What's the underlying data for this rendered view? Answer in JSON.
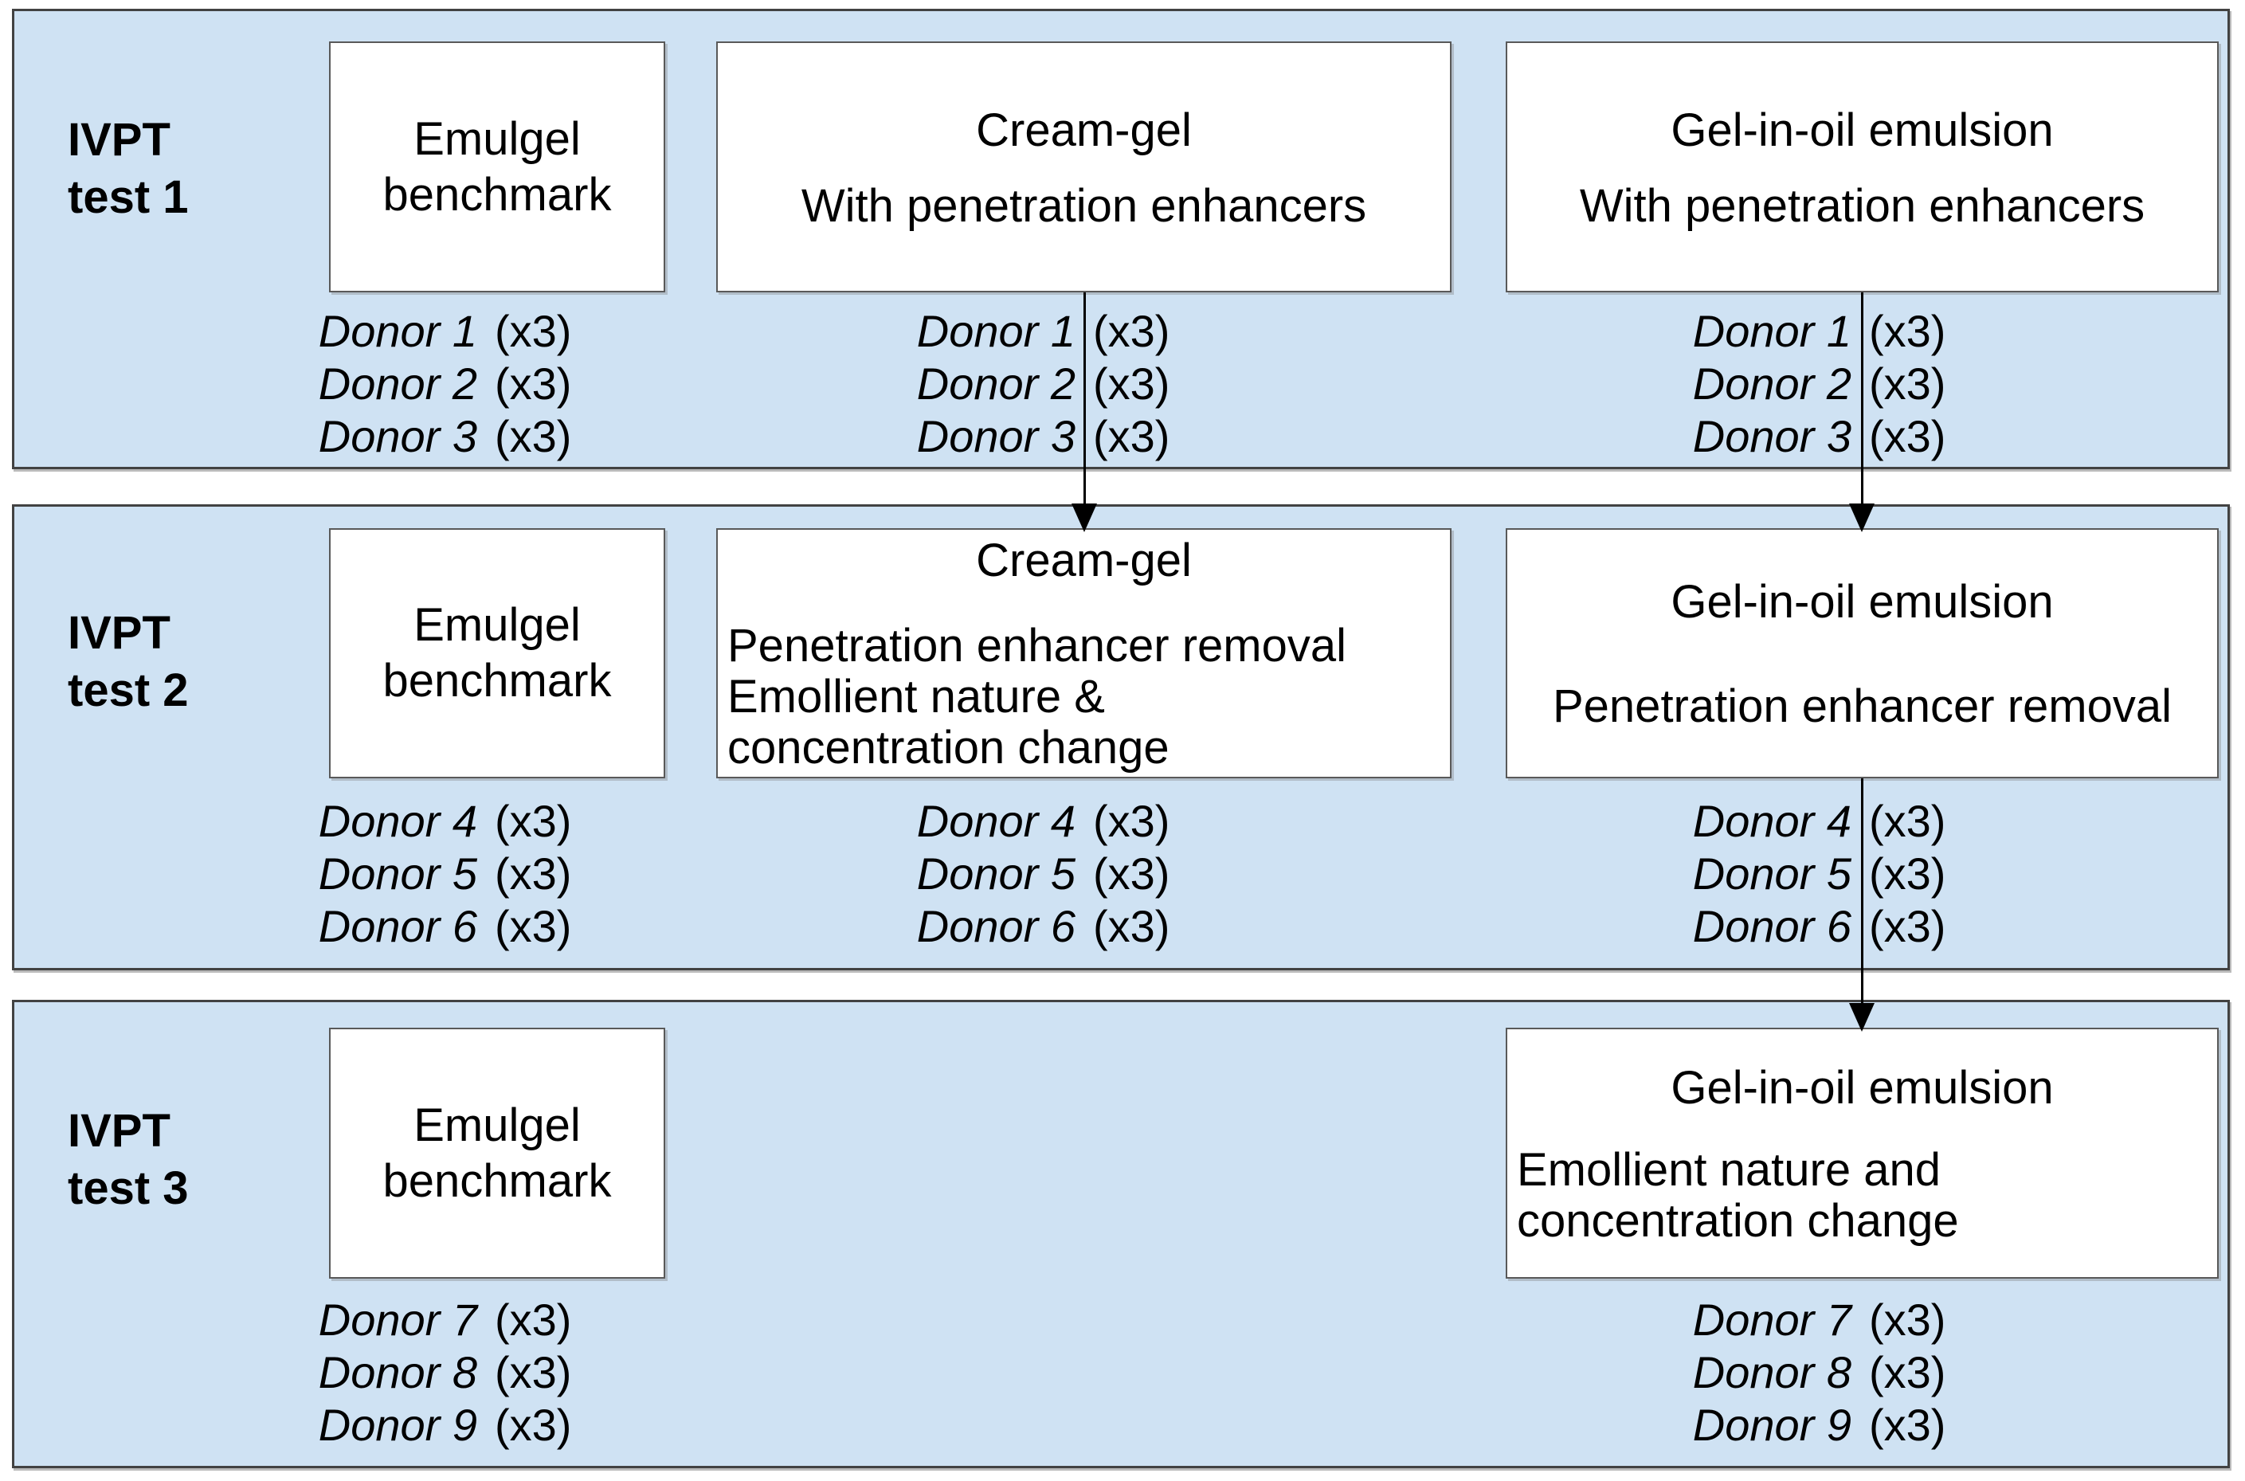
{
  "colors": {
    "panel_background": "#cfe2f3",
    "panel_border": "#424242",
    "box_background": "#ffffff",
    "box_border": "#595959",
    "arrow": "#000000",
    "text": "#000000"
  },
  "rows": [
    {
      "label": "IVPT\ntest 1",
      "boxes": {
        "emulgel": {
          "title": "Emulgel\nbenchmark"
        },
        "creamgel": {
          "title": "Cream-gel",
          "body": "With penetration enhancers"
        },
        "geloil": {
          "title": "Gel-in-oil emulsion",
          "body": "With penetration enhancers"
        }
      },
      "donors": {
        "emulgel": [
          {
            "name": "Donor 1",
            "mult": "(x3)"
          },
          {
            "name": "Donor 2",
            "mult": "(x3)"
          },
          {
            "name": "Donor 3",
            "mult": "(x3)"
          }
        ],
        "creamgel": [
          {
            "name": "Donor 1",
            "mult": "(x3)"
          },
          {
            "name": "Donor 2",
            "mult": "(x3)"
          },
          {
            "name": "Donor 3",
            "mult": "(x3)"
          }
        ],
        "geloil": [
          {
            "name": "Donor 1",
            "mult": "(x3)"
          },
          {
            "name": "Donor 2",
            "mult": "(x3)"
          },
          {
            "name": "Donor 3",
            "mult": "(x3)"
          }
        ]
      }
    },
    {
      "label": "IVPT\ntest 2",
      "boxes": {
        "emulgel": {
          "title": "Emulgel\nbenchmark"
        },
        "creamgel": {
          "title": "Cream-gel",
          "body": "Penetration enhancer removal\nEmollient nature &\nconcentration change"
        },
        "geloil": {
          "title": "Gel-in-oil emulsion",
          "body": "Penetration enhancer removal"
        }
      },
      "donors": {
        "emulgel": [
          {
            "name": "Donor 4",
            "mult": "(x3)"
          },
          {
            "name": "Donor 5",
            "mult": "(x3)"
          },
          {
            "name": "Donor 6",
            "mult": "(x3)"
          }
        ],
        "creamgel": [
          {
            "name": "Donor 4",
            "mult": "(x3)"
          },
          {
            "name": "Donor 5",
            "mult": "(x3)"
          },
          {
            "name": "Donor 6",
            "mult": "(x3)"
          }
        ],
        "geloil": [
          {
            "name": "Donor 4",
            "mult": "(x3)"
          },
          {
            "name": "Donor 5",
            "mult": "(x3)"
          },
          {
            "name": "Donor 6",
            "mult": "(x3)"
          }
        ]
      }
    },
    {
      "label": "IVPT\ntest 3",
      "boxes": {
        "emulgel": {
          "title": "Emulgel\nbenchmark"
        },
        "geloil": {
          "title": "Gel-in-oil emulsion",
          "body": "Emollient nature and\nconcentration change"
        }
      },
      "donors": {
        "emulgel": [
          {
            "name": "Donor 7",
            "mult": "(x3)"
          },
          {
            "name": "Donor 8",
            "mult": "(x3)"
          },
          {
            "name": "Donor 9",
            "mult": "(x3)"
          }
        ],
        "geloil": [
          {
            "name": "Donor 7",
            "mult": "(x3)"
          },
          {
            "name": "Donor 8",
            "mult": "(x3)"
          },
          {
            "name": "Donor 9",
            "mult": "(x3)"
          }
        ]
      }
    }
  ]
}
